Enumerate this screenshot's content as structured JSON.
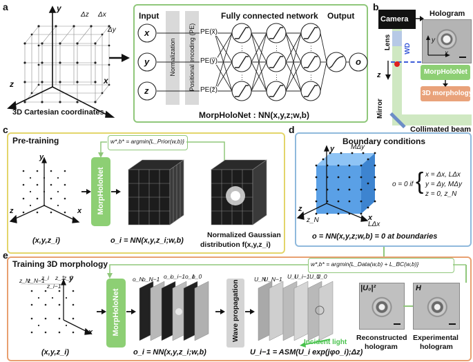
{
  "panels": {
    "a": "a",
    "b": "b",
    "c": "c",
    "d": "d",
    "e": "e"
  },
  "panel_a": {
    "cube_caption": "3D Cartesian coordinates",
    "axis_x": "x",
    "axis_y": "y",
    "axis_z": "z",
    "delta_x": "Δx",
    "delta_y": "Δy",
    "delta_z": "Δz",
    "network": {
      "input_label": "Input",
      "fc_label": "Fully connected network",
      "output_label": "Output",
      "normalization": "Normalization",
      "pe": "Positional encoding (PE)",
      "inputs": [
        "x",
        "y",
        "z"
      ],
      "pe_nodes": [
        "PE(x̃)",
        "PE(ỹ)",
        "PE(z̃)"
      ],
      "output_node": "o",
      "formula": "MorpHoloNet : NN(x,y,z;w,b)"
    }
  },
  "panel_b": {
    "camera": "Camera",
    "hologram": "Hologram",
    "lens": "Lens",
    "wd": "WD",
    "z": "z",
    "x": "x",
    "y": "y",
    "morphnet": "MorpHoloNet",
    "morph3d": "3D morphology",
    "mirror": "Mirror",
    "beam": "Collimated beam"
  },
  "panel_c": {
    "title": "Pre-training",
    "optimizer": "w*,b* = argmin{L_Prior(w,b)}",
    "morphnet": "MorpHoloNet",
    "input_label": "(x,y,z_i)",
    "output_label": "o_i = NN(x,y,z_i;w,b)",
    "target_label_1": "Normalized Gaussian",
    "target_label_2": "distribution f(x,y,z_i)",
    "axis_x": "x",
    "axis_y": "y",
    "axis_z": "z"
  },
  "panel_d": {
    "title": "Boundary conditions",
    "m_delta_y": "MΔy",
    "l_delta_x": "LΔx",
    "z_n": "z_N",
    "condition_lead": "o = 0  if",
    "conditions": [
      "x = Δx, LΔx",
      "y = Δy, MΔy",
      "z = 0, z_N"
    ],
    "formula": "o = NN(x,y,z;w,b) = 0 at boundaries",
    "axis_x": "x",
    "axis_y": "y",
    "axis_z": "z"
  },
  "panel_e": {
    "title": "Training 3D morphology",
    "optimizer": "w*,b* = argmin{L_Data(w,b) + L_BC(w,b)}",
    "morphnet": "MorpHoloNet",
    "wave": "Wave propagation",
    "input_label": "(x,y,z_i)",
    "output_label": "o_i = NN(x,y,z_i;w,b)",
    "asm_label": "U_i−1 = ASM(U_i exp(jφo_i);Δz)",
    "incident": "Incident light",
    "recon_1": "Reconstructed",
    "recon_2": "hologram",
    "exp_1": "Experimental",
    "exp_2": "hologram",
    "u0": "|U₀|²",
    "h": "H",
    "z_labels": [
      "z_N",
      "z_N−1",
      "z_i",
      "z_i−1",
      "z_1",
      "z_0"
    ],
    "o_labels": [
      "o_N",
      "o_N−1",
      "o_i",
      "o_i−1",
      "o_1",
      "o_0"
    ],
    "u_labels": [
      "U_N",
      "U_N−1",
      "U_i",
      "U_i−1",
      "U_1",
      "U_0"
    ],
    "axis_y": "y",
    "axis_x": "x"
  },
  "colors": {
    "green_border": "#8fc77a",
    "green_fill": "#8dcf74",
    "yellow_border": "#e3d56a",
    "blue_border": "#8fb9dc",
    "orange_border": "#e8a070",
    "orange_box": "#e9a27a",
    "gray_bar": "#d9d9d9",
    "cube_blue": "#5aa0e6"
  }
}
